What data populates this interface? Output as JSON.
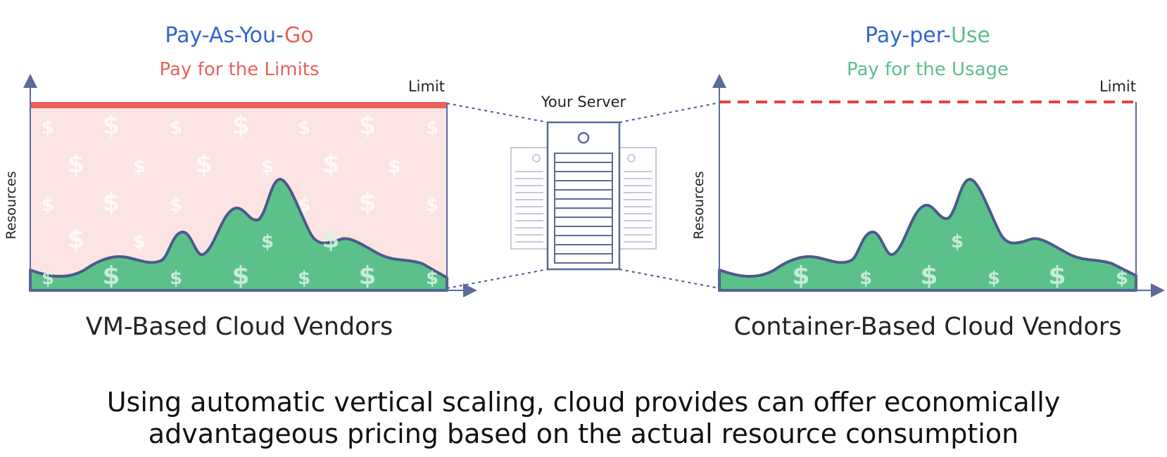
{
  "colors": {
    "blue": "#3366cc",
    "red": "#e8615d",
    "green": "#5cc08a",
    "greenFill": "#5cc08a",
    "greenStroke": "#4a5a8c",
    "pink": "#fbe4e3",
    "axis": "#5a6a9a",
    "dashedRed": "#e84040",
    "text": "#222222",
    "serverStroke": "#5a6a9a",
    "serverFaint": "#c5cadb"
  },
  "left_panel": {
    "model_part1": "Pay-As-You-",
    "model_part2": "Go",
    "subtitle": "Pay for the Limits",
    "limit_label": "Limit",
    "axis_label": "Resources",
    "caption": "VM-Based Cloud Vendors",
    "currency_symbol": "$"
  },
  "right_panel": {
    "model_part1": "Pay-per-",
    "model_part2": "Use",
    "subtitle": "Pay for the Usage",
    "limit_label": "Limit",
    "axis_label": "Resources",
    "caption": "Container-Based Cloud Vendors",
    "currency_symbol": "$"
  },
  "server": {
    "label": "Your Server"
  },
  "footer": {
    "line1": "Using automatic vertical scaling, cloud provides can offer economically",
    "line2": "advantageous pricing based on the actual resource consumption"
  }
}
